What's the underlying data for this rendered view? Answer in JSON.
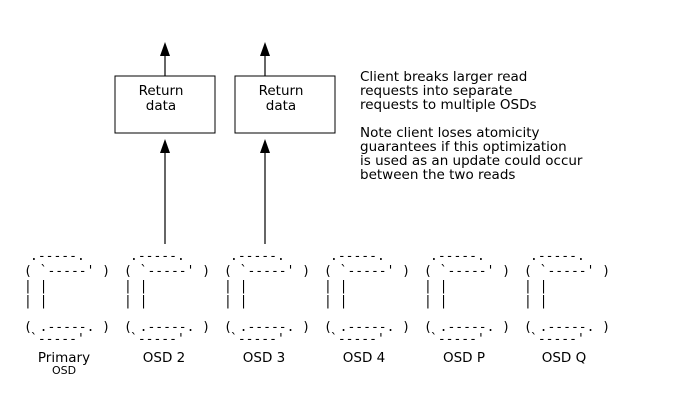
{
  "return_boxes": [
    {
      "line1": "Return",
      "line2": "data"
    },
    {
      "line1": "Return",
      "line2": "data"
    }
  ],
  "notes": {
    "paragraph1": [
      "Client breaks larger read",
      "requests into separate",
      "requests to multiple OSDs"
    ],
    "paragraph2": [
      "Note client loses atomicity",
      "guarantees if this optimization",
      "is used as an update could occur",
      "between the two reads"
    ]
  },
  "osds": [
    {
      "label": "Primary",
      "sublabel": "OSD"
    },
    {
      "label": "OSD 2"
    },
    {
      "label": "OSD 3"
    },
    {
      "label": "OSD 4"
    },
    {
      "label": "OSD P"
    },
    {
      "label": "OSD Q"
    }
  ],
  "osd_art": [
    " .-----. ",
    "(  `-----'  )",
    "|           |",
    "|           |",
    "(  .-----.  )",
    " `-----' "
  ]
}
